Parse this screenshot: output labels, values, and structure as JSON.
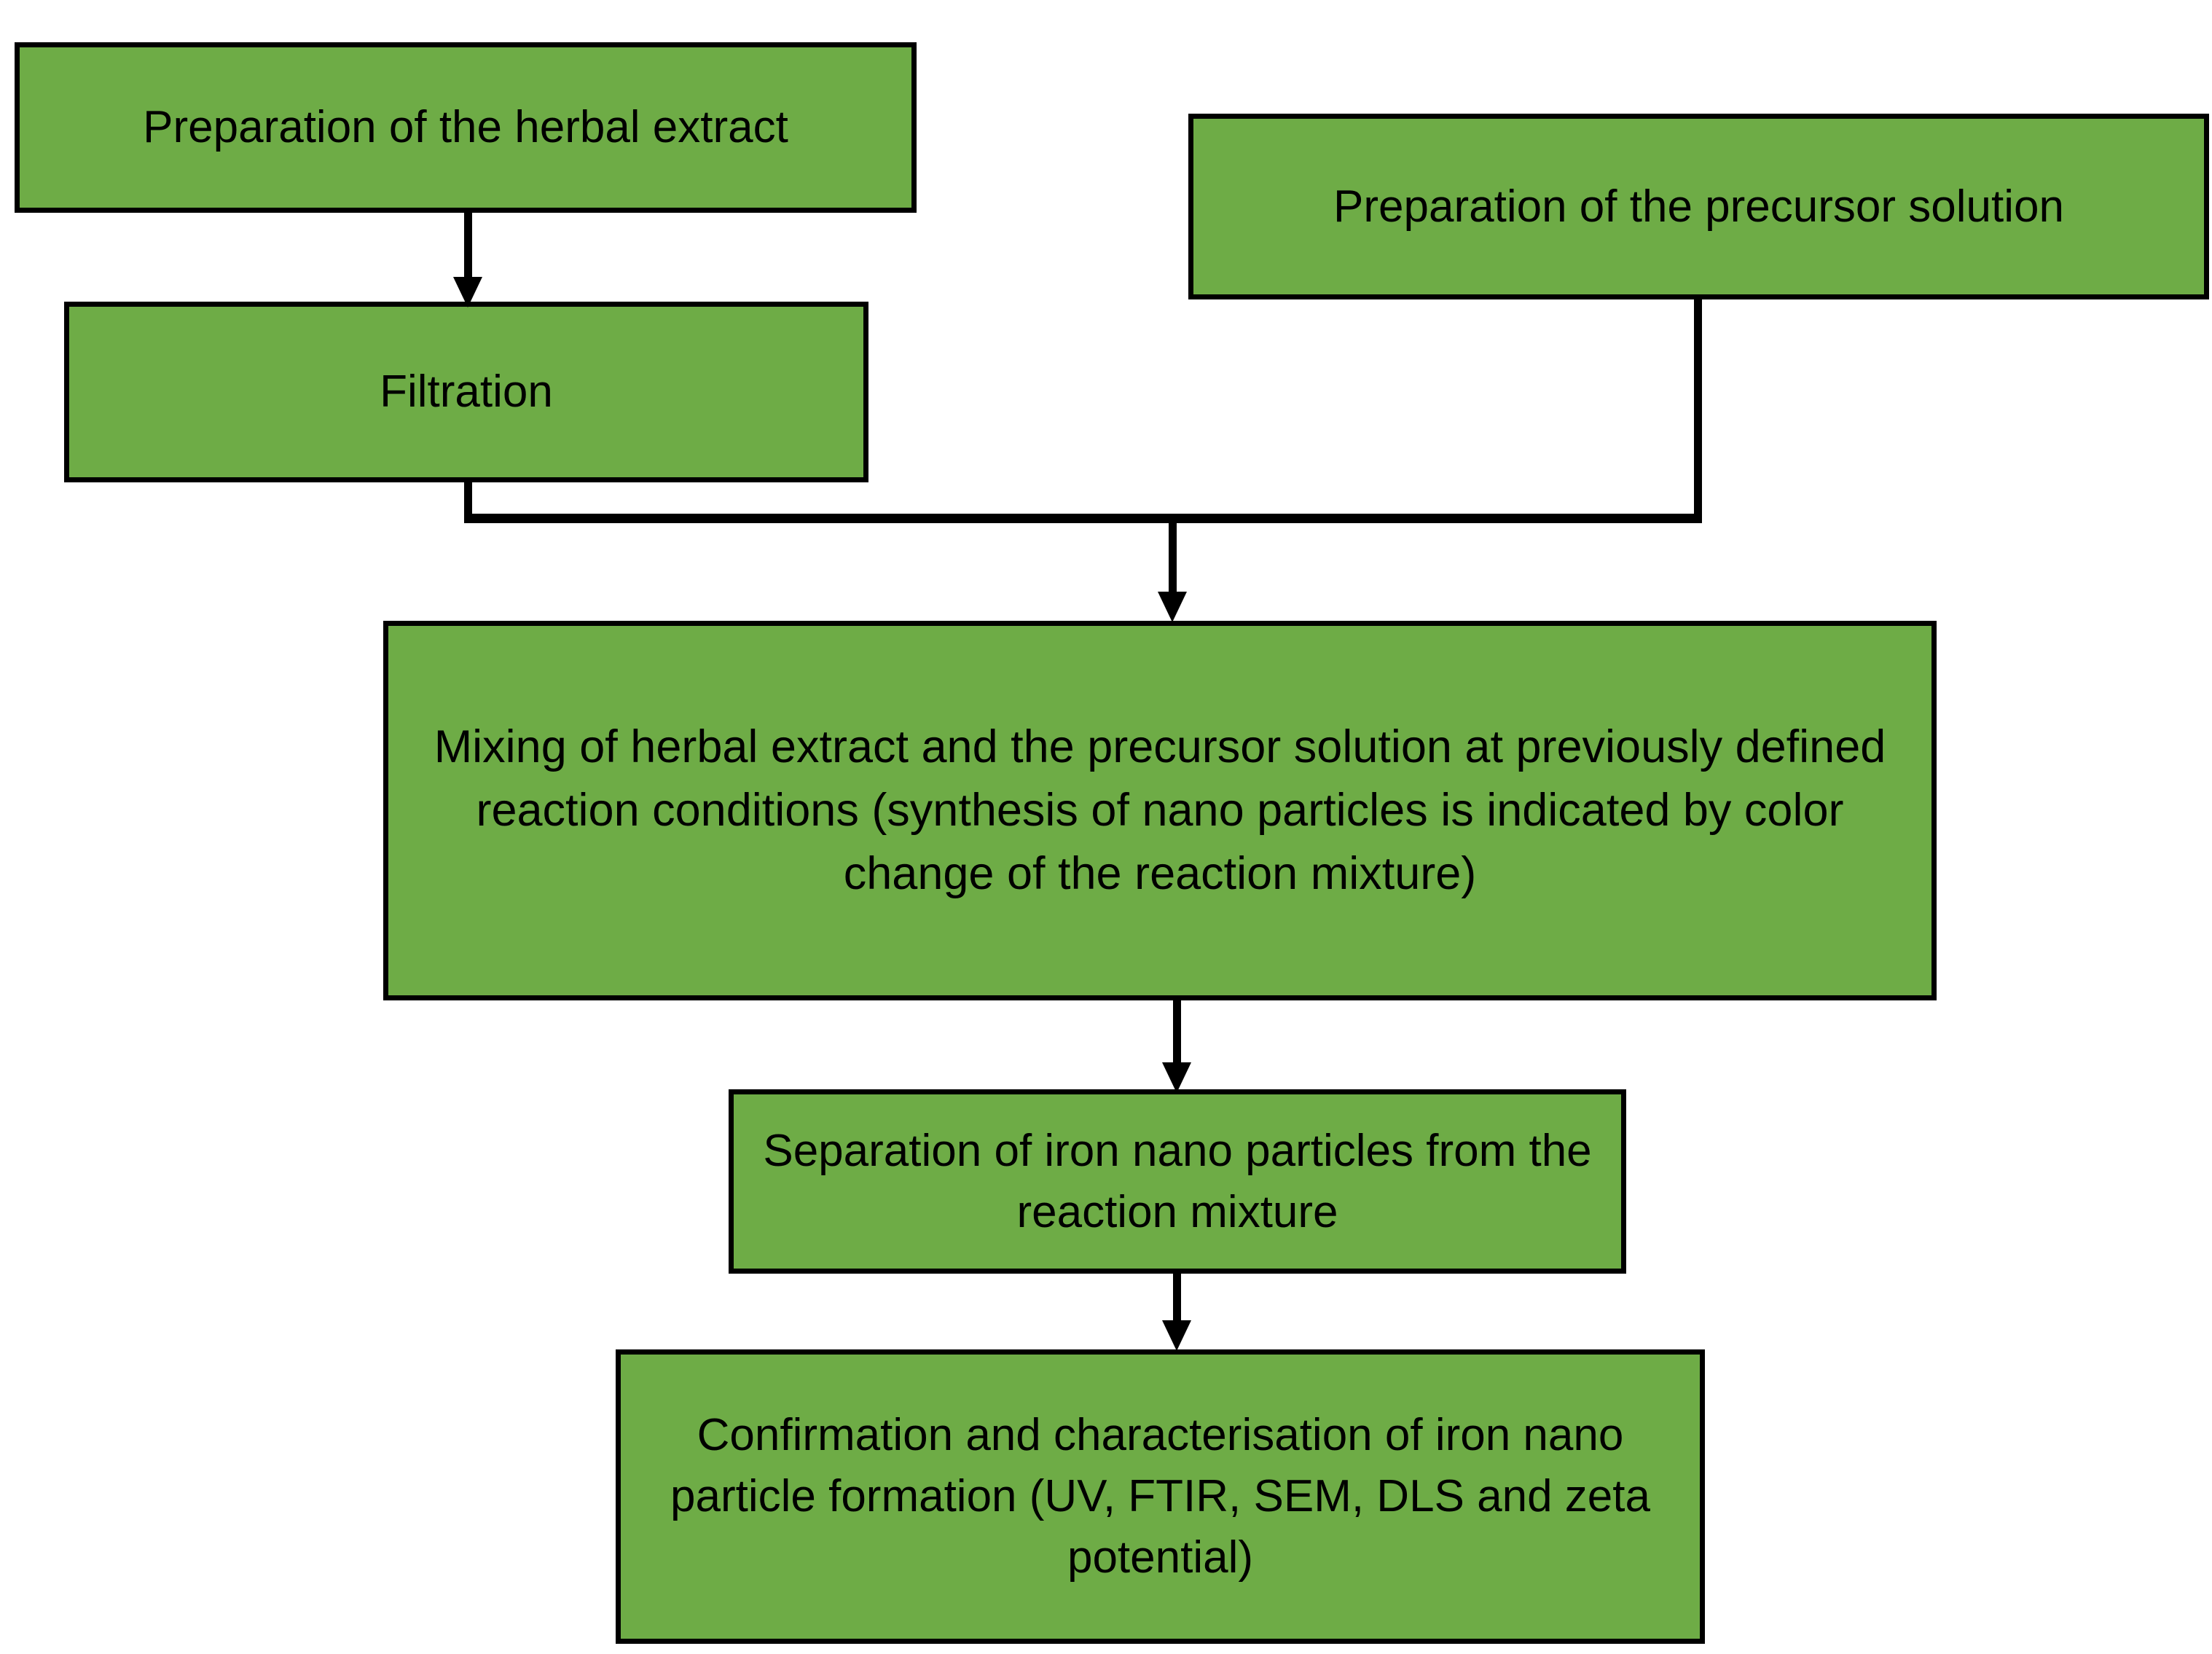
{
  "diagram": {
    "title": "Green synthesis of iron nano particles - process flowchart",
    "colors": {
      "node_fill": "#6EAC46",
      "node_border": "#000000",
      "connector": "#000000",
      "background": "#FFFFFF"
    },
    "nodes": [
      {
        "id": "herbal-extract",
        "label": "Preparation of the herbal extract"
      },
      {
        "id": "precursor",
        "label": "Preparation of the precursor solution"
      },
      {
        "id": "filtration",
        "label": "Filtration"
      },
      {
        "id": "mixing",
        "label": "Mixing of herbal extract and the precursor solution at previously defined reaction conditions (synthesis of nano particles is indicated by color change of the reaction mixture)"
      },
      {
        "id": "separation",
        "label": "Separation of iron nano particles from the reaction mixture"
      },
      {
        "id": "confirmation",
        "label": "Confirmation and characterisation of iron nano particle formation (UV, FTIR, SEM, DLS and zeta potential)"
      }
    ],
    "edges": [
      {
        "id": "extract-to-filtration",
        "from": "herbal-extract",
        "to": "filtration",
        "arrow": true
      },
      {
        "id": "filtration-to-bus",
        "from": "filtration",
        "to": "merge-bus",
        "arrow": false
      },
      {
        "id": "precursor-to-bus",
        "from": "precursor",
        "to": "merge-bus",
        "arrow": false
      },
      {
        "id": "merge-bus",
        "from": "merge-bus",
        "to": "merge-bus",
        "arrow": false
      },
      {
        "id": "bus-to-mixing",
        "from": "merge-bus",
        "to": "mixing",
        "arrow": true
      },
      {
        "id": "mixing-to-separation",
        "from": "mixing",
        "to": "separation",
        "arrow": true
      },
      {
        "id": "separation-to-confirmation",
        "from": "separation",
        "to": "confirmation",
        "arrow": true
      }
    ]
  }
}
